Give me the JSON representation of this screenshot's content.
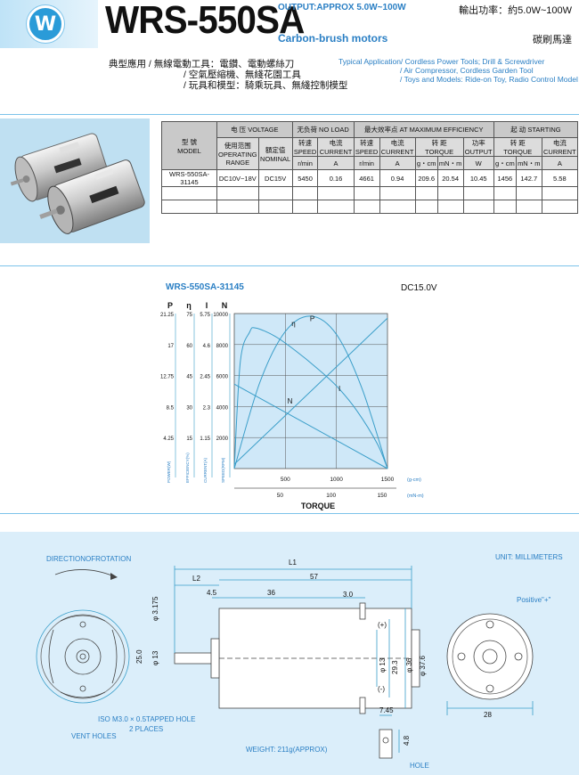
{
  "header": {
    "logo_letter": "W",
    "model": "WRS-550SA",
    "output_en": "OUTPUT:APPROX 5.0W~100W",
    "type_en": "Carbon-brush motors",
    "output_cn": "輸出功率：約5.0W~100W",
    "type_cn": "碳刷馬達"
  },
  "application": {
    "cn_line1": "典型應用  /  無線電動工具：電鑽、電動螺絲刀",
    "cn_line2": "/  空氣壓縮機、無綫花園工具",
    "cn_line3": "/  玩具和模型：騎乘玩具、無綫控制模型",
    "en_line1": "Typical Application/  Cordless Power Tools; Drill & Screwdriver",
    "en_line2": "/  Air Compressor, Cordless Garden Tool",
    "en_line3": "/  Toys and Models: Ride-on Toy, Radio Control Model"
  },
  "table": {
    "model_cn": "型  號",
    "model_en": "MODEL",
    "voltage": "电 压 VOLTAGE",
    "no_load": "无负荷  NO LOAD",
    "max_eff": "最大效率点  AT MAXIMUM EFFICIENCY",
    "starting": "起    动  STARTING",
    "op_range_cn": "使用范围",
    "op_range_en": "OPERATING RANGE",
    "nominal_cn": "額定值",
    "nominal_en": "NOMINAL",
    "speed_cn": "转速",
    "speed_en": "SPEED",
    "current_cn": "电流",
    "current_en": "CURRENT",
    "torque_cn": "转    距",
    "torque_en": "TORQUE",
    "output_cn": "功率",
    "output_en": "OUTPUT",
    "u_rmin": "r/min",
    "u_a": "A",
    "u_gcm": "g・cm",
    "u_mnm": "mN・m",
    "u_w": "W",
    "row": {
      "model": "WRS-550SA-31145",
      "op_range": "DC10V~18V",
      "nominal": "DC15V",
      "nl_speed": "5450",
      "nl_current": "0.16",
      "me_speed": "4661",
      "me_current": "0.94",
      "me_torque_g": "209.6",
      "me_torque_mn": "20.54",
      "me_output": "10.45",
      "st_torque_g": "1456",
      "st_torque_mn": "142.7",
      "st_current": "5.58"
    }
  },
  "chart": {
    "title": "WRS-550SA-31145",
    "voltage": "DC15.0V",
    "axis_head": [
      "P",
      "η",
      "I",
      "N"
    ],
    "p_ticks": [
      "21.25",
      "17",
      "12.75",
      "8.5",
      "4.25"
    ],
    "eta_ticks": [
      "75",
      "60",
      "45",
      "30",
      "15"
    ],
    "i_ticks": [
      "5.75",
      "4.6",
      "2.45",
      "2.3",
      "1.15"
    ],
    "n_ticks": [
      "10000",
      "8000",
      "6000",
      "4000",
      "2000"
    ],
    "x_ticks_g": [
      "500",
      "1000",
      "1500"
    ],
    "x_ticks_mn": [
      "50",
      "100",
      "150"
    ],
    "x_unit_g": "(g-cm)",
    "x_unit_mn": "(mN-m)",
    "xlabel": "TORQUE",
    "axis_names": [
      "POWER(W)",
      "EFFICIENCY(%)",
      "CURRENT(A)",
      "SPEED(RPM)"
    ],
    "curve_labels": [
      "η",
      "P",
      "I",
      "N"
    ]
  },
  "chart_data": {
    "type": "line",
    "title": "WRS-550SA-31145",
    "xlabel": "TORQUE",
    "x_unit": "g-cm",
    "xlim": [
      0,
      1500
    ],
    "grid": true,
    "series": [
      {
        "name": "N",
        "x": [
          0,
          1500
        ],
        "y": [
          5450,
          0
        ],
        "ylim": [
          0,
          10000
        ]
      },
      {
        "name": "I",
        "x": [
          0,
          1500
        ],
        "y": [
          0.16,
          5.58
        ],
        "ylim": [
          0,
          5.75
        ]
      },
      {
        "name": "P",
        "x": [
          0,
          250,
          500,
          750,
          1000,
          1250,
          1500
        ],
        "y": [
          0,
          11.8,
          18.8,
          20.9,
          18.4,
          11.0,
          0
        ],
        "ylim": [
          0,
          21.25
        ]
      },
      {
        "name": "η",
        "x": [
          0,
          60,
          150,
          210,
          400,
          600,
          800,
          1000,
          1200,
          1400,
          1500
        ],
        "y": [
          0,
          52,
          66,
          68,
          64,
          57,
          49,
          40,
          28,
          12,
          0
        ],
        "ylim": [
          0,
          75
        ]
      }
    ]
  },
  "drawing": {
    "direction": "DIRECTIONOFROTATION",
    "unit": "UNIT: MILLIMETERS",
    "positive": "Positive\"+\"",
    "d_l1": "L1",
    "d_l2": "L2",
    "d_57": "57",
    "d_45": "4.5",
    "d_36": "36",
    "d_30": "3.0",
    "d_3175": "φ 3.175",
    "d_13a": "φ 13",
    "d_250": "25.0",
    "d_13b": "φ 13",
    "d_293": "29.3",
    "d_36b": "φ 36",
    "d_376": "φ 37.6",
    "d_28": "28",
    "d_745": "7.45",
    "d_48": "4.8",
    "plus": "(+)",
    "minus": "(-)",
    "iso": "ISO M3.0 × 0.5TAPPED HOLE",
    "places": "2 PLACES",
    "vent": "VENT HOLES",
    "weight": "WEIGHT: 211g(APPROX)",
    "hole": "HOLE"
  },
  "colors": {
    "accent": "#2a7fc4",
    "chart_bg": "#cfe8f8",
    "curve": "#3a9ec9",
    "panel": "#dbeefa"
  }
}
